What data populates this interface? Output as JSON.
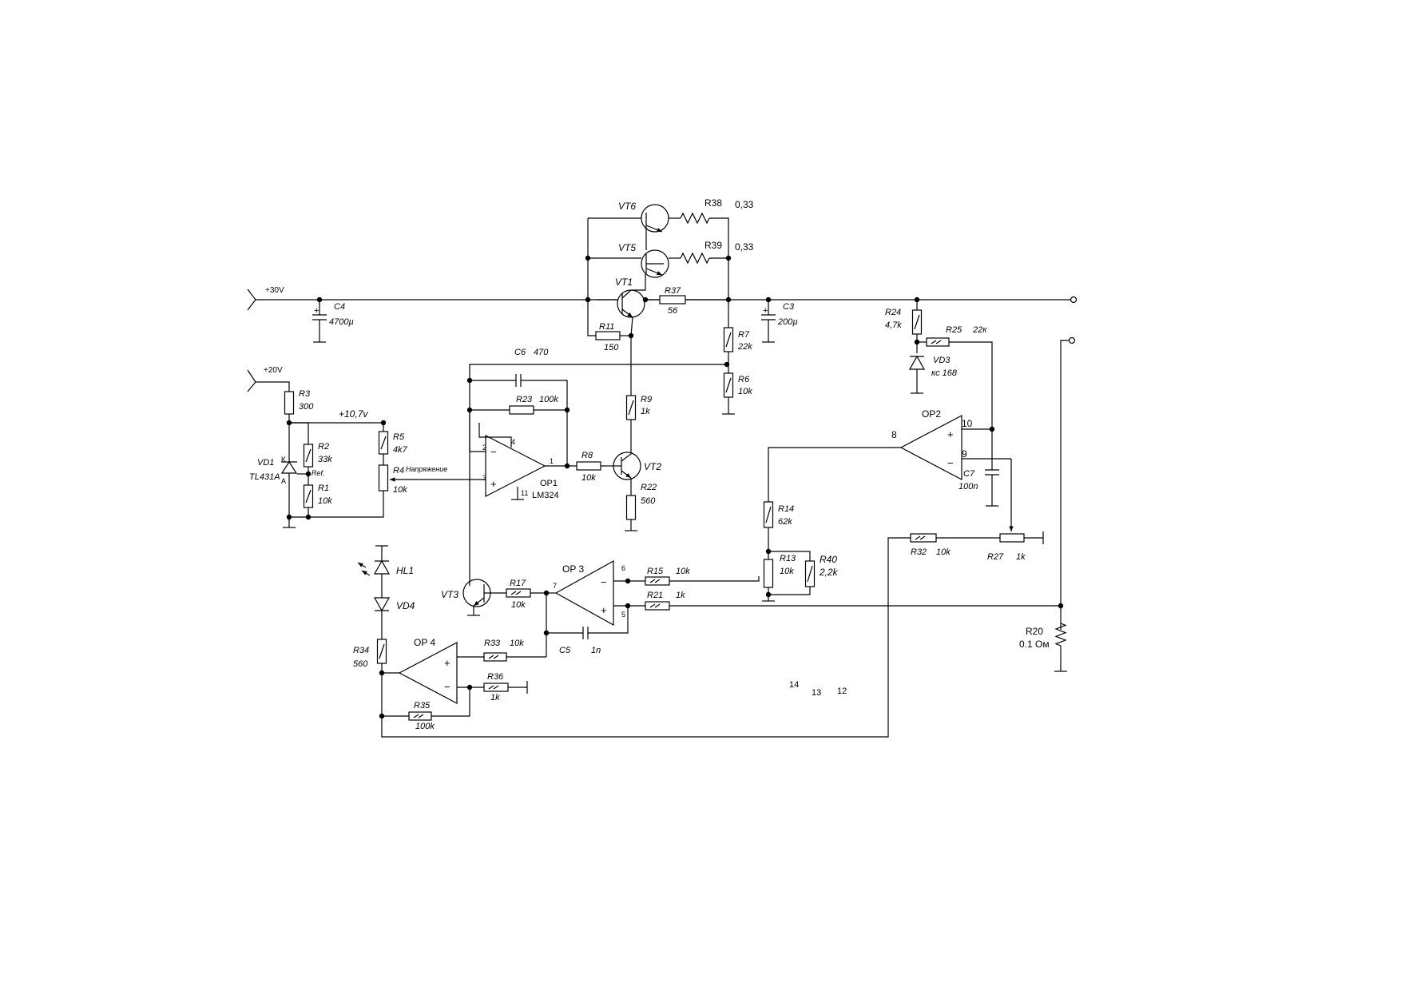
{
  "labels": {
    "l_30v": "+30V",
    "l_20v": "+20V",
    "l_107v": "+10,7v",
    "C4": "C4",
    "C4v": "4700µ",
    "C3": "C3",
    "C3v": "200µ",
    "C6": "C6",
    "C6v": "470",
    "C5": "C5",
    "C5v": "1n",
    "C7": "C7",
    "C7v": "100n",
    "R1": "R1",
    "R1v": "10k",
    "R2": "R2",
    "R2v": "33k",
    "R3": "R3",
    "R3v": "300",
    "R4": "R4",
    "R4n": "Напряжение",
    "R4v": "10k",
    "R5": "R5",
    "R5v": "4k7",
    "R6": "R6",
    "R6v": "10k",
    "R7": "R7",
    "R7v": "22k",
    "R8": "R8",
    "R8v": "10k",
    "R9": "R9",
    "R9v": "1k",
    "R11": "R11",
    "R11v": "150",
    "R13": "R13",
    "R13v": "10k",
    "R14": "R14",
    "R14v": "62k",
    "R15": "R15",
    "R15v": "10k",
    "R17": "R17",
    "R17v": "10k",
    "R20": "R20",
    "R20v": "0.1 Ом",
    "R21": "R21",
    "R21v": "1k",
    "R22": "R22",
    "R22v": "560",
    "R23": "R23",
    "R23v": "100k",
    "R24": "R24",
    "R24v": "4,7k",
    "R25": "R25",
    "R25v": "22к",
    "R27": "R27",
    "R27v": "1k",
    "R32": "R32",
    "R32v": "10k",
    "R33": "R33",
    "R33v": "10k",
    "R34": "R34",
    "R34v": "560",
    "R35": "R35",
    "R35v": "100k",
    "R36": "R36",
    "R36v": "1k",
    "R37": "R37",
    "R37v": "56",
    "R38": "R38",
    "R38v": "0,33",
    "R39": "R39",
    "R39v": "0,33",
    "R40": "R40",
    "R40v": "2,2k",
    "VT1": "VT1",
    "VT2": "VT2",
    "VT3": "VT3",
    "VT5": "VT5",
    "VT6": "VT6",
    "VD1": "VD1",
    "VD1v": "TL431A",
    "VD1k": "K",
    "VD1a": "A",
    "VD1ref": "Ref.",
    "VD3": "VD3",
    "VD3v": "кс 168",
    "VD4": "VD4",
    "HL1": "HL1",
    "OP1": "OP1",
    "OP1v": "LM324",
    "OP2": "OP2",
    "OP3": "OP 3",
    "OP4": "OP 4",
    "p1": "1",
    "p2": "2",
    "p3": "3",
    "p4": "4",
    "p11": "11",
    "p5": "5",
    "p6": "6",
    "p7": "7",
    "p8": "8",
    "p9": "9",
    "p10": "10",
    "p12": "12",
    "p13": "13",
    "p14": "14",
    "plus": "+",
    "minus": "−"
  }
}
